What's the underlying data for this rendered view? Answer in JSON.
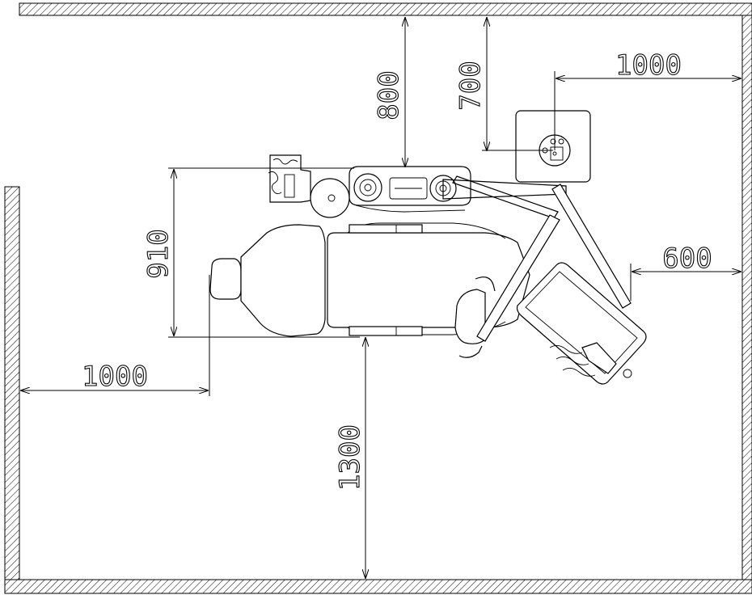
{
  "dimensions": {
    "top_800": "800",
    "top_700": "700",
    "right_1000": "1000",
    "right_600": "600",
    "chair_width_910": "910",
    "left_1000": "1000",
    "bottom_1300": "1300"
  }
}
